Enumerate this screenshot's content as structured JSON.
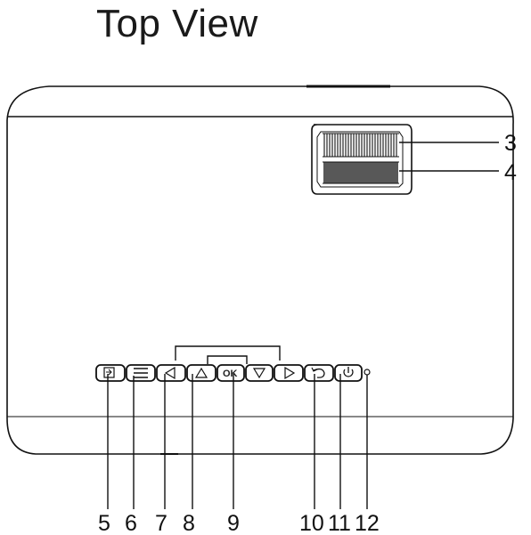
{
  "title": "Top View",
  "colors": {
    "line": "#111111",
    "background": "#ffffff"
  },
  "focus_callouts": [
    "3",
    "4"
  ],
  "button_callouts": [
    "5",
    "6",
    "7",
    "8",
    "9",
    "10",
    "11",
    "12"
  ],
  "ok_label": "OK",
  "icons": [
    "source-icon",
    "menu-icon",
    "left-arrow-icon",
    "up-arrow-icon",
    "ok-button",
    "down-arrow-icon",
    "right-arrow-icon",
    "return-icon",
    "power-icon",
    "indicator-light-icon"
  ]
}
